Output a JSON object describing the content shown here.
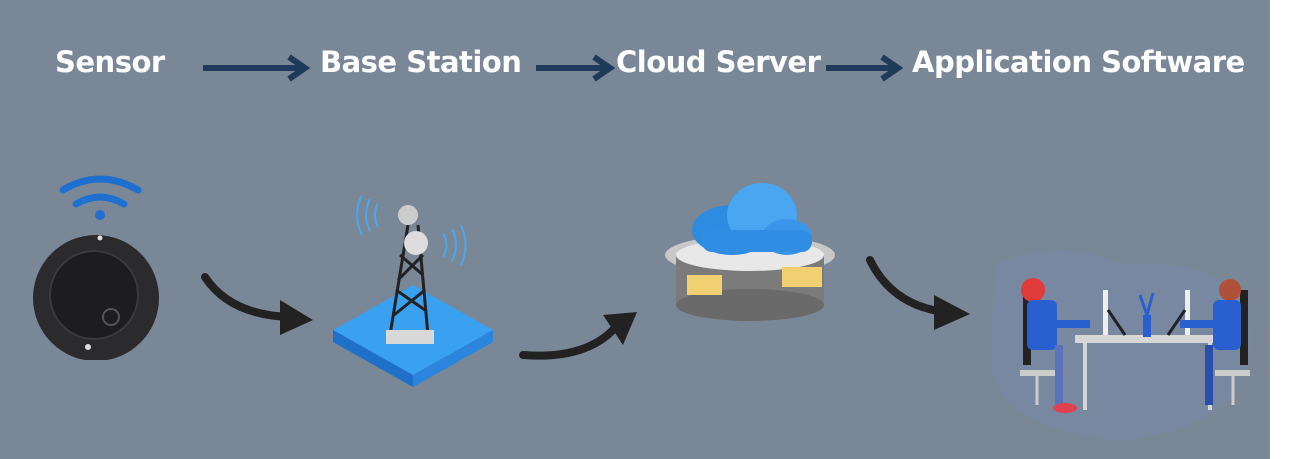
{
  "flow": {
    "steps": [
      {
        "label": "Sensor",
        "icon": "sensor-icon"
      },
      {
        "label": "Base Station",
        "icon": "cell-tower-icon"
      },
      {
        "label": "Cloud Server",
        "icon": "cloud-server-icon"
      },
      {
        "label": "Application Software",
        "icon": "office-workers-icon"
      }
    ]
  },
  "colors": {
    "background": "#7a8796",
    "arrow": "#1f3a5a",
    "text": "#ffffff",
    "accent_blue": "#2f6fd6"
  }
}
